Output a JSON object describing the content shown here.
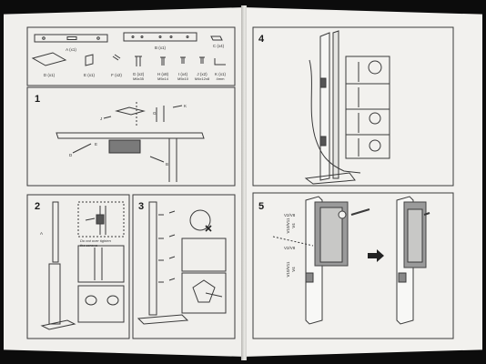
{
  "parts": {
    "a": {
      "label": "A (x1)"
    },
    "b": {
      "label": "B (x1)"
    },
    "c": {
      "label": "C (x4)"
    },
    "d": {
      "label": "D (x1)"
    },
    "e": {
      "label": "E (x1)"
    },
    "f": {
      "label": "F (x2)"
    },
    "g": {
      "label": "G (x2)",
      "spec": "M6x35"
    },
    "h": {
      "label": "H (x8)",
      "spec": "M5x14"
    },
    "i": {
      "label": "I (x4)",
      "spec": "M5x10"
    },
    "j": {
      "label": "J (x2)",
      "spec": "M4x12x8"
    },
    "k": {
      "label": "K (x1)",
      "spec": "4mm"
    }
  },
  "steps": {
    "s1": {
      "number": "1",
      "callouts": {
        "j": "J",
        "g": "G",
        "k": "K",
        "d": "D",
        "e": "E",
        "b": "B"
      }
    },
    "s2": {
      "number": "2",
      "callouts": {
        "a": "A"
      },
      "warning": [
        "Do not over tighten",
        "the screws"
      ]
    },
    "s3": {
      "number": "3"
    },
    "s4": {
      "number": "4"
    },
    "s5": {
      "number": "5",
      "labels": [
        "V10/V11",
        "V4",
        "V2/V8",
        "V10/V11",
        "V4",
        "V2/V8"
      ]
    }
  }
}
